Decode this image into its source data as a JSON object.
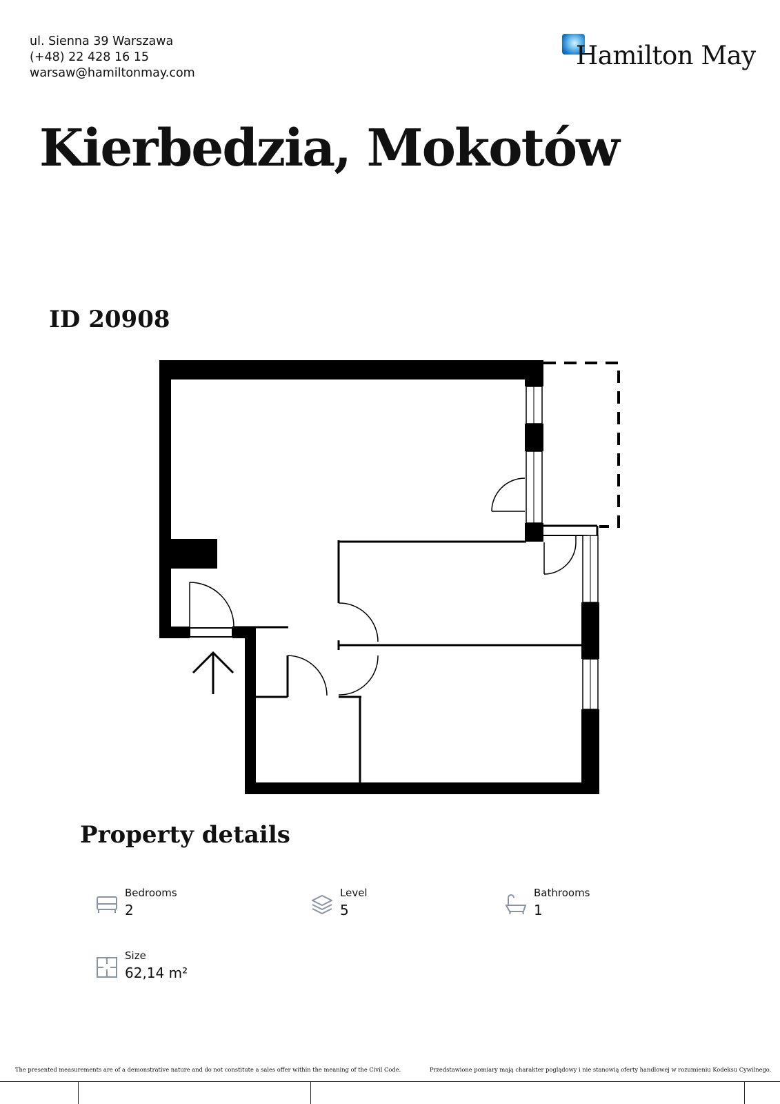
{
  "contact": {
    "address": "ul. Sienna 39 Warszawa",
    "phone": "(+48) 22 428 16 15",
    "email": "warsaw@hamiltonmay.com"
  },
  "brand": {
    "name": "Hamilton May",
    "logo_icon": "blue-gradient-square",
    "accent_color": "#1273c6"
  },
  "title": "Kierbedzia, Mokotów",
  "listing_id": "ID 20908",
  "floor_plan": {
    "icon": "floor-plan",
    "entrance_icon": "up-arrow-icon"
  },
  "property_details": {
    "heading": "Property details",
    "items": [
      {
        "label": "Bedrooms",
        "value": "2",
        "icon": "bed-icon"
      },
      {
        "label": "Level",
        "value": "5",
        "icon": "layers-icon"
      },
      {
        "label": "Bathrooms",
        "value": "1",
        "icon": "bathtub-icon"
      },
      {
        "label": "Size",
        "value": "62,14 m²",
        "icon": "floor-plan-icon"
      }
    ],
    "icon_color": "#8a93a3"
  },
  "footer": {
    "disclaimer_en": "The presented measurements are of a demonstrative nature and do not constitute a sales offer within the meaning of the Civil Code.",
    "disclaimer_pl": "Przedstawione pomiary mają charakter poglądowy i nie stanowią oferty handlowej w rozumieniu Kodeksu Cywilnego."
  }
}
